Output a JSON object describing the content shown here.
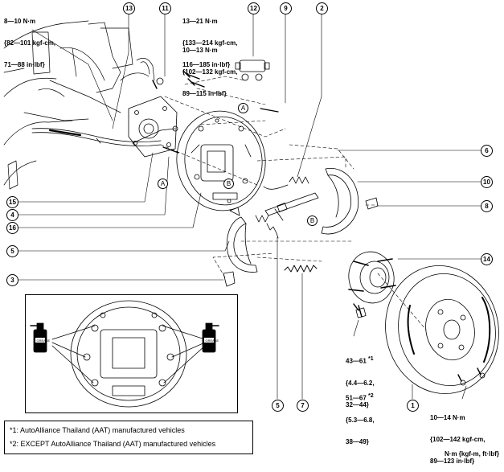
{
  "specs": {
    "s_top_left": [
      "8—10 N·m",
      "{82—101 kgf-cm,",
      "71—88 in·lbf}"
    ],
    "s_top_mid_a": [
      "13—21 N·m",
      "{133—214 kgf-cm,",
      "116—185 in·lbf}"
    ],
    "s_top_mid_b": [
      "10—13 N·m",
      "{102—132 kgf-cm,",
      "89—115 in·lbf}"
    ],
    "s_hub_1": [
      "43—61",
      "{4.4—6.2,",
      "32—44}"
    ],
    "s_hub_1_mark": "*1",
    "s_hub_2": [
      "51—67",
      "{5.3—6.8,",
      "38—49}"
    ],
    "s_hub_2_mark": "*2",
    "s_drum": [
      "10—14 N·m",
      "{102—142 kgf-cm,",
      "89—123 in·lbf}"
    ]
  },
  "callouts": [
    "1",
    "2",
    "3",
    "4",
    "5",
    "5",
    "6",
    "7",
    "8",
    "9",
    "10",
    "11",
    "12",
    "13",
    "14",
    "15",
    "16"
  ],
  "refs": [
    "A",
    "A",
    "B",
    "B"
  ],
  "notes": [
    "*1: AutoAlliance Thailand (AAT) manufactured vehicles",
    "*2: EXCEPT AutoAlliance Thailand (AAT) manufactured vehicles"
  ],
  "units": "N·m {kgf-m, ft·lbf}",
  "grease_icon": "grease-can-icon",
  "grease_text": "GREASE"
}
